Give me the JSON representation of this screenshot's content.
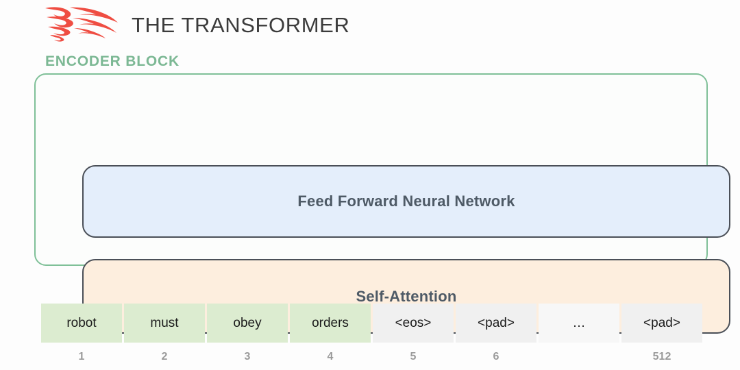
{
  "header": {
    "logo_icon": "flame-logo-icon",
    "logo_color": "#ef4d42",
    "title": "THE TRANSFORMER"
  },
  "encoder": {
    "label": "ENCODER BLOCK",
    "label_color": "#7cb894",
    "border_color": "#7fc098",
    "layers": [
      {
        "name": "feed-forward-neural-network",
        "label": "Feed Forward Neural Network",
        "fill": "#e4eefb",
        "border": "#4a4f57"
      },
      {
        "name": "self-attention",
        "label": "Self-Attention",
        "fill": "#fdeede",
        "border": "#4a4f57"
      }
    ]
  },
  "tokens": [
    {
      "text": "robot",
      "index": "1",
      "kind": "word"
    },
    {
      "text": "must",
      "index": "2",
      "kind": "word"
    },
    {
      "text": "obey",
      "index": "3",
      "kind": "word"
    },
    {
      "text": "orders",
      "index": "4",
      "kind": "word"
    },
    {
      "text": "<eos>",
      "index": "5",
      "kind": "spec"
    },
    {
      "text": "<pad>",
      "index": "6",
      "kind": "spec"
    },
    {
      "text": "…",
      "index": "",
      "kind": "ellip"
    },
    {
      "text": "<pad>",
      "index": "512",
      "kind": "spec"
    }
  ],
  "colors": {
    "word_cell": "#dcecd0",
    "special_cell": "#f0f0f0",
    "ellipsis_cell": "#f7f7f7",
    "index_text": "#9a9a9a",
    "layer_text": "#4e5a66"
  }
}
